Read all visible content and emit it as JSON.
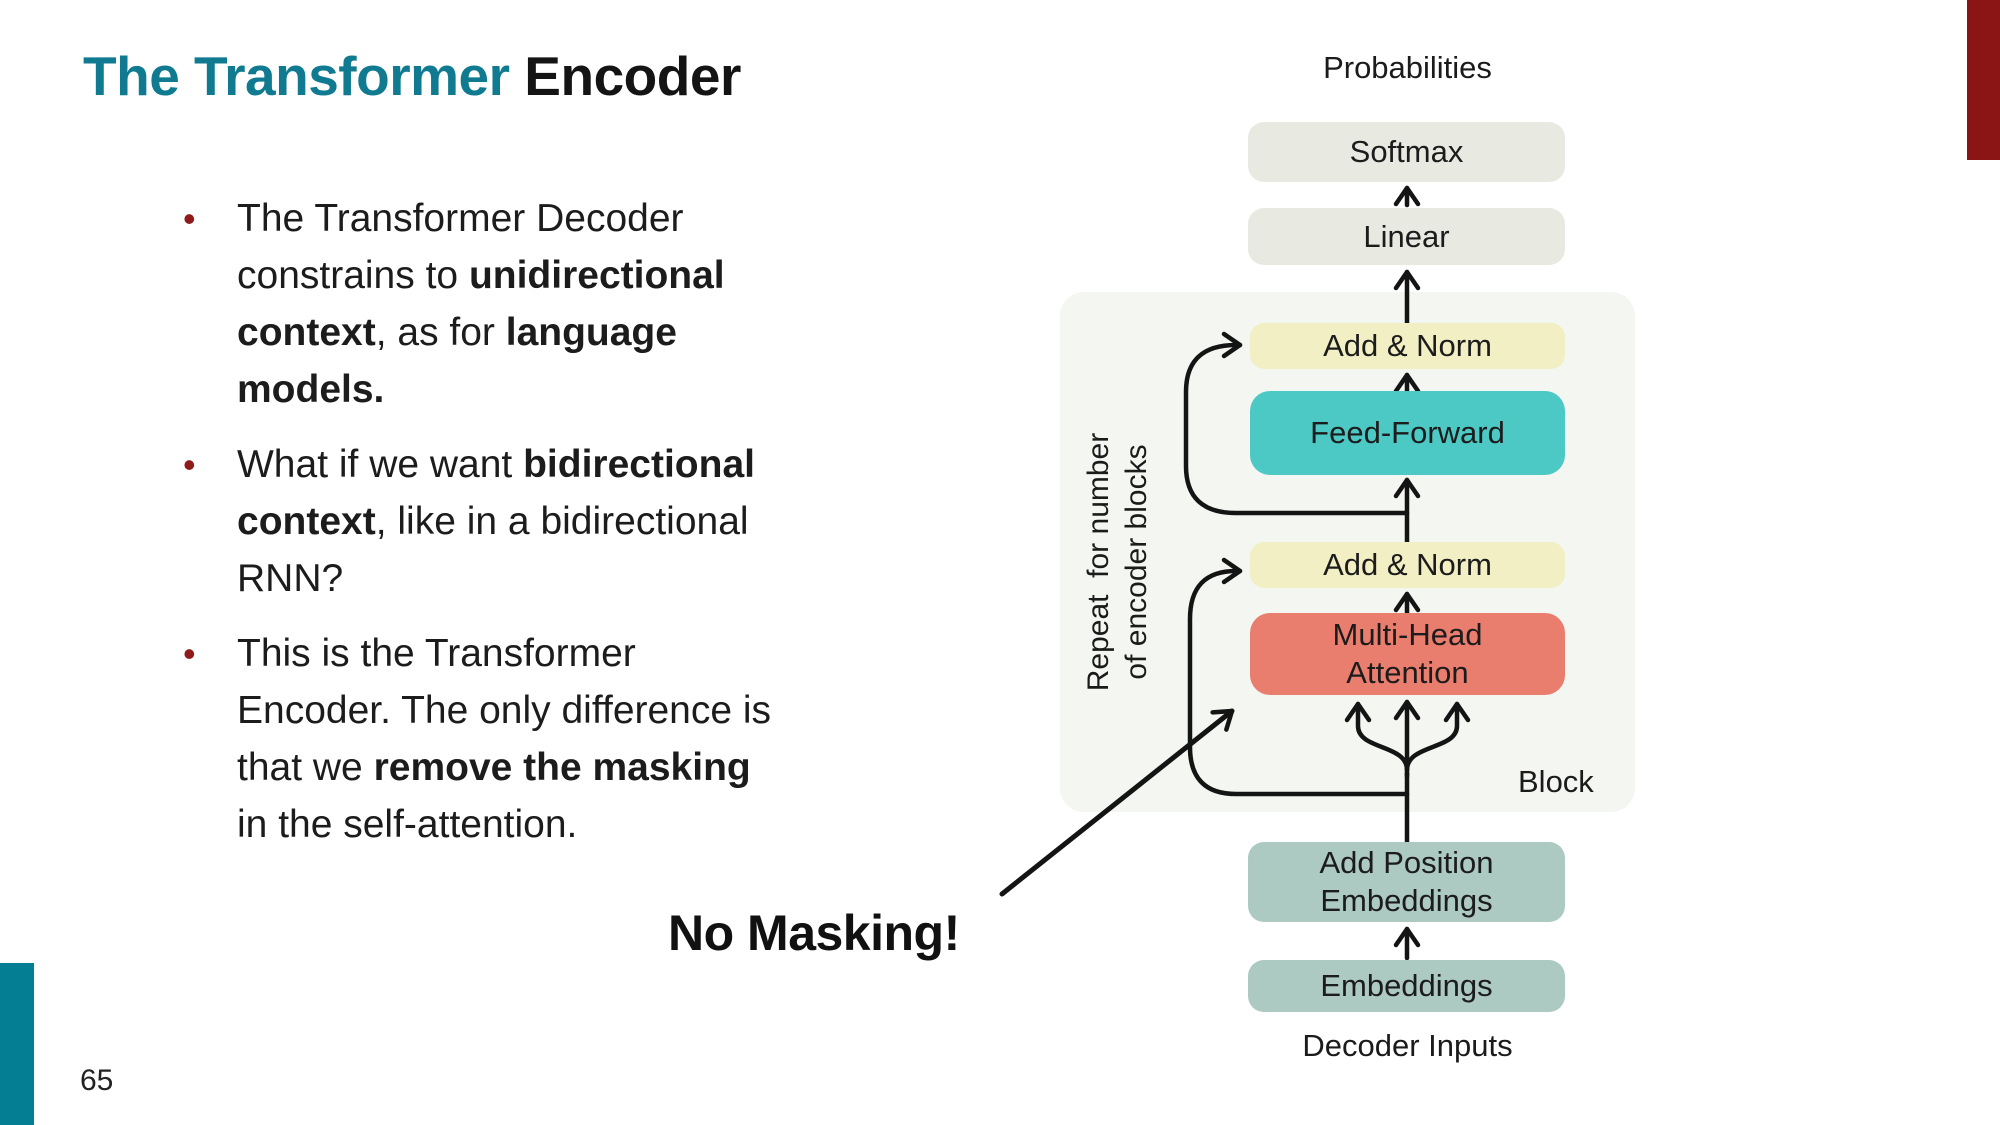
{
  "slide": {
    "title_highlight": "The Transformer ",
    "title_rest": "Encoder",
    "bullet_char": "•",
    "bullets": [
      {
        "segments": [
          {
            "text": "The Transformer Decoder\nconstrains to ",
            "bold": false
          },
          {
            "text": "unidirectional\ncontext",
            "bold": true
          },
          {
            "text": ", as for ",
            "bold": false
          },
          {
            "text": "language\nmodels.",
            "bold": true
          }
        ]
      },
      {
        "segments": [
          {
            "text": "What if we want ",
            "bold": false
          },
          {
            "text": "bidirectional\ncontext",
            "bold": true
          },
          {
            "text": ", like in a bidirectional\nRNN?",
            "bold": false
          }
        ]
      },
      {
        "segments": [
          {
            "text": "This is the Transformer\nEncoder. The only difference is\nthat we ",
            "bold": false
          },
          {
            "text": "remove the masking",
            "bold": true
          },
          {
            "text": "\nin the self-attention.",
            "bold": false
          }
        ]
      }
    ],
    "annotation_label": "No Masking!",
    "page_number": "65"
  },
  "diagram": {
    "probabilities_label": "Probabilities",
    "softmax_label": "Softmax",
    "linear_label": "Linear",
    "add_norm_top_label": "Add & Norm",
    "feed_forward_label": "Feed-Forward",
    "add_norm_bottom_label": "Add & Norm",
    "multi_head_label": "Multi-Head\nAttention",
    "add_position_label": "Add Position\nEmbeddings",
    "embeddings_label": "Embeddings",
    "decoder_inputs_label": "Decoder Inputs",
    "block_label": "Block",
    "repeat_label": "Repeat  for number\nof encoder blocks"
  },
  "colors": {
    "title_teal": "#107A90",
    "sidebar_teal": "#037E93",
    "corner_red": "#8B1515",
    "bullet_marker": "#8E1A1A",
    "panel_bg": "#F4F6F1",
    "box_gray": "#E8EAE2",
    "box_yellow": "#F2EFC4",
    "box_teal": "#4CC9C5",
    "box_salmon": "#E97D6E",
    "box_sage": "#ACC9C2",
    "line_black": "#141414"
  }
}
